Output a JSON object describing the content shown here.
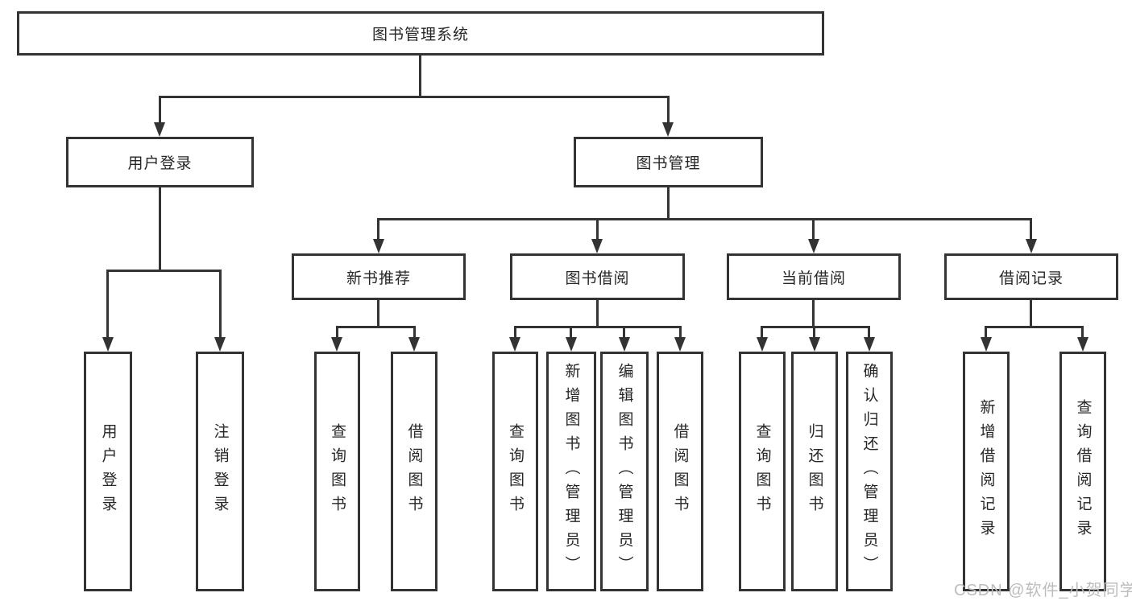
{
  "colors": {
    "line": "#333333",
    "text": "#262626",
    "watermark": "#bdbdbd",
    "bg": "#ffffff"
  },
  "watermark": "CSDN @软件_小贺同学",
  "tree": {
    "root_label": "图书管理系统",
    "branches": [
      {
        "label": "用户登录",
        "children": [
          "用户登录",
          "注销登录"
        ]
      },
      {
        "label": "图书管理",
        "groups": [
          {
            "label": "新书推荐",
            "children": [
              "查询图书",
              "借阅图书"
            ]
          },
          {
            "label": "图书借阅",
            "children": [
              "查询图书",
              "新增图书（管理员）",
              "编辑图书（管理员）",
              "借阅图书"
            ]
          },
          {
            "label": "当前借阅",
            "children": [
              "查询图书",
              "归还图书",
              "确认归还（管理员）"
            ]
          },
          {
            "label": "借阅记录",
            "children": [
              "新增借阅记录",
              "查询借阅记录"
            ]
          }
        ]
      }
    ]
  }
}
